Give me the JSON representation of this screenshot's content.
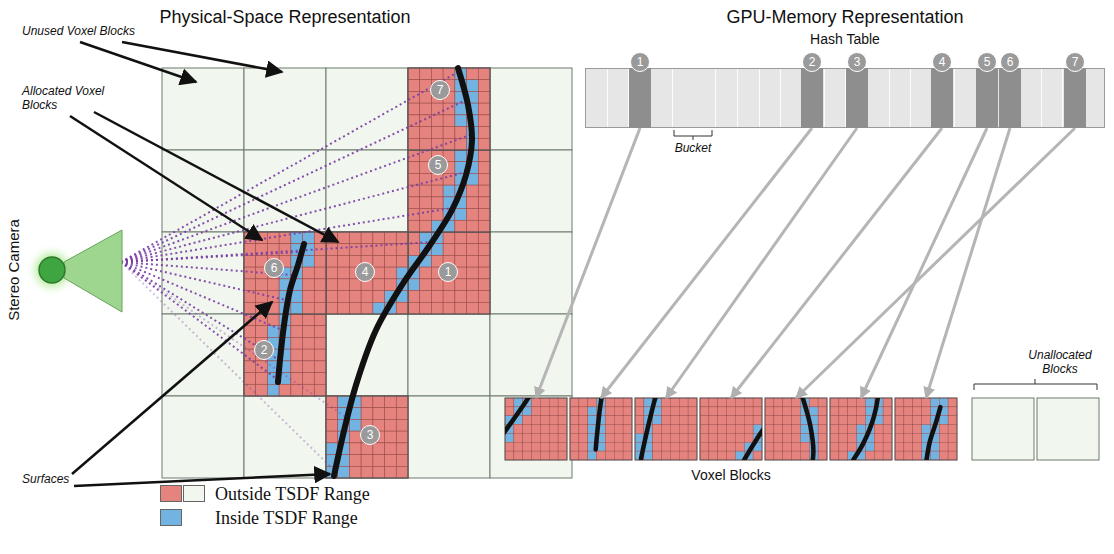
{
  "diagram": {
    "nodes": [
      {
        "text": [
          "Hash Table"
        ]
      },
      {
        "text": [
          "1"
        ],
        "in": 0
      },
      {
        "text": [
          "2"
        ],
        "in": 0
      },
      {
        "text": [
          "3"
        ],
        "in": 0
      },
      {
        "text": [
          "4"
        ],
        "in": 0
      },
      {
        "text": [
          "5"
        ],
        "in": 0
      },
      {
        "text": [
          "6"
        ],
        "in": 0
      },
      {
        "text": [
          "7"
        ],
        "in": 0
      },
      {
        "text": [
          "Voxel Blocks"
        ]
      }
    ],
    "edges": [
      {
        "from": 1,
        "to": 8,
        "arrow": "to"
      },
      {
        "from": 2,
        "to": 8,
        "arrow": "to"
      },
      {
        "from": 3,
        "to": 8,
        "arrow": "to"
      },
      {
        "from": 4,
        "to": 8,
        "arrow": "to"
      },
      {
        "from": 5,
        "to": 8,
        "arrow": "to"
      },
      {
        "from": 6,
        "to": 8,
        "arrow": "to"
      },
      {
        "from": 7,
        "to": 8,
        "arrow": "to"
      }
    ],
    "labels": [
      "Physical-Space Representation",
      "GPU-Memory Representation",
      "Unused Voxel Blocks",
      "7",
      "Allocated Voxel Blocks",
      "5",
      "Stereo Camera",
      "6",
      "4",
      "1",
      "2",
      "Surfaces",
      "3",
      "Bucket",
      "Unallocated Blocks"
    ],
    "legend": [
      {
        "text": "Outside TSDF Range",
        "color": "#e5837e"
      },
      {
        "text": "Inside TSDF Range",
        "color": "#72b3e2"
      }
    ]
  }
}
